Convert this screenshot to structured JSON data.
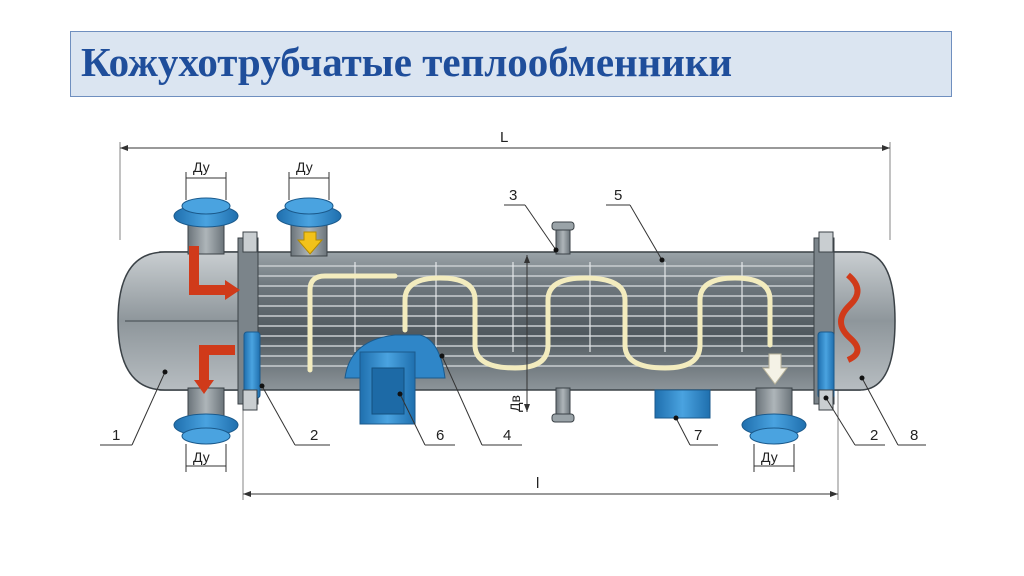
{
  "title": "Кожухотрубчатые теплообменники",
  "diagram": {
    "dimension_labels": {
      "overall_length": "L",
      "tube_length": "l",
      "shell_diameter": "Дв",
      "nozzle_diameter": "Ду"
    },
    "callouts": [
      "1",
      "2",
      "3",
      "4",
      "5",
      "6",
      "7",
      "2",
      "8"
    ],
    "colors": {
      "shell": "#5f6a72",
      "flange": "#2f86c8",
      "flow_hot": "#d03a1a",
      "flow_cold": "#f2c21a",
      "coil": "#f3ecbe"
    }
  }
}
